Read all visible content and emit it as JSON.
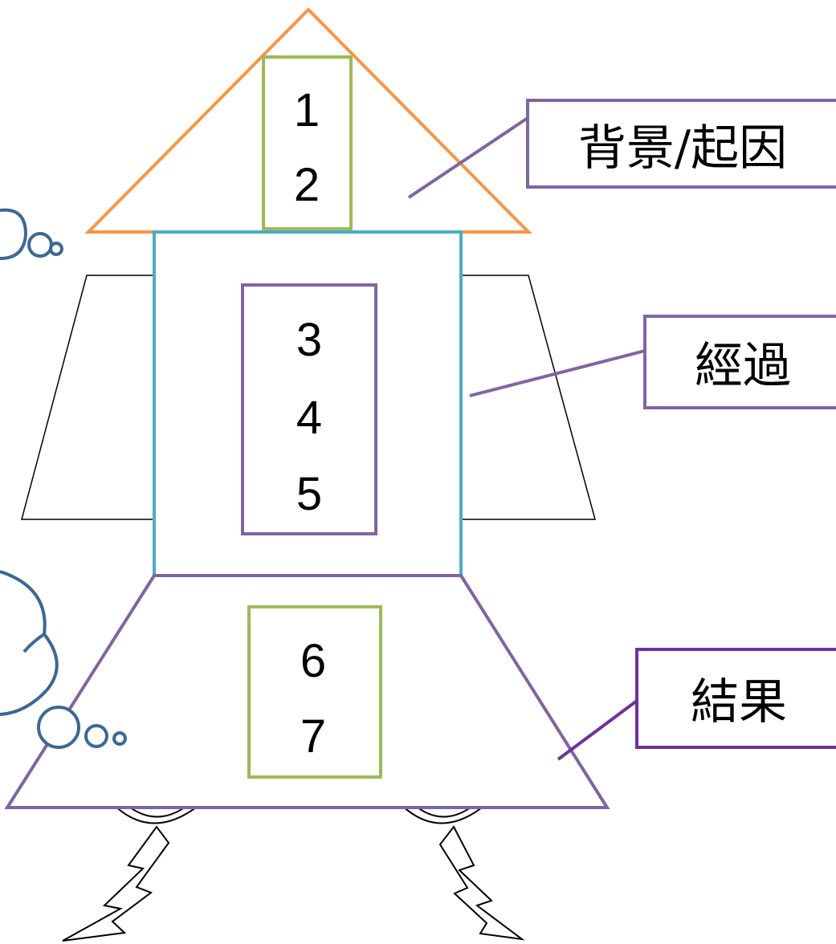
{
  "colors": {
    "nose": "#f79646",
    "body": "#4bacc6",
    "base": "#8064a2",
    "box_green": "#9bbb59",
    "box_purple": "#8064a2",
    "label_border": "#8064a2",
    "label_border_dark": "#7030a0",
    "cloud": "#3d6896",
    "outline": "#000000"
  },
  "nose_box": {
    "lines": [
      "1",
      "2"
    ]
  },
  "body_box": {
    "lines": [
      "3",
      "4",
      "5"
    ]
  },
  "base_box": {
    "lines": [
      "6",
      "7"
    ]
  },
  "labels": {
    "background": "背景/起因",
    "process": "經過",
    "result": "結果"
  }
}
